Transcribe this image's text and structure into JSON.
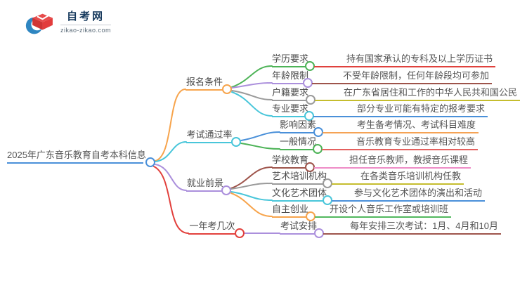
{
  "logo": {
    "site_name": "自考网",
    "site_url": "zikao-zikao.com"
  },
  "palette": {
    "root_blue": "#4a90d9",
    "orange": "#f7a44c",
    "cyan": "#49c6da",
    "purple": "#ab8fdc",
    "red": "#e2403c",
    "green": "#4db357",
    "gray": "#9a9a9a",
    "maroon": "#9e544b",
    "olive": "#c5bd2e",
    "salmon": "#e4605e",
    "pink": "#ee8cc6",
    "leaf_orange": "#f5a355",
    "leaf_green": "#52b85e",
    "leaf_red": "#e0413d",
    "logo_blue": "#2e86c1",
    "logo_red": "#e23c3c",
    "text_dark": "#4a4a4a"
  },
  "mindmap": {
    "root": {
      "label": "2025年广东音乐教育自考本科信息"
    },
    "branches": [
      {
        "label": "报名条件",
        "children": [
          {
            "label": "学历要求",
            "value": "持有国家承认的专科及以上学历证书"
          },
          {
            "label": "年龄限制",
            "value": "不受年龄限制，任何年龄段均可参加"
          },
          {
            "label": "户籍要求",
            "value": "在广东省居住和工作的中华人民共和国公民"
          },
          {
            "label": "专业要求",
            "value": "部分专业可能有特定的报考要求"
          }
        ]
      },
      {
        "label": "考试通过率",
        "children": [
          {
            "label": "影响因素",
            "value": "考生备考情况、考试科目难度"
          },
          {
            "label": "一般情况",
            "value": "音乐教育专业通过率相对较高"
          }
        ]
      },
      {
        "label": "就业前景",
        "children": [
          {
            "label": "学校教育",
            "value": "担任音乐教师，教授音乐课程"
          },
          {
            "label": "艺术培训机构",
            "value": "在各类音乐培训机构任教"
          },
          {
            "label": "文化艺术团体",
            "value": "参与文化艺术团体的演出和活动"
          },
          {
            "label": "自主创业",
            "value": "开设个人音乐工作室或培训班"
          }
        ]
      },
      {
        "label": "一年考几次",
        "children": [
          {
            "label": "考试安排",
            "value": "每年安排三次考试：1月、4月和10月"
          }
        ]
      }
    ]
  }
}
